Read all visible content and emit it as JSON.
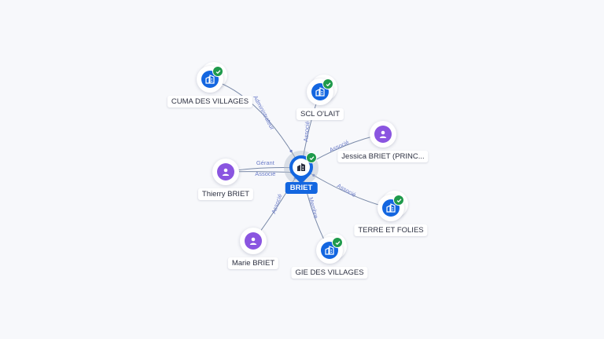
{
  "colors": {
    "company": "#1366e0",
    "person": "#8a55e0",
    "verified": "#1f9a4b",
    "edge": "#7a8aa8",
    "edge_label": "#6b7cc9"
  },
  "center": {
    "label": "BRIET",
    "icon": "building-icon",
    "verified": true
  },
  "nodes": [
    {
      "id": "cuma",
      "label": "CUMA DES VILLAGES",
      "kind": "company",
      "icon": "building-icon",
      "verified": true
    },
    {
      "id": "scl",
      "label": "SCL O'LAIT",
      "kind": "company",
      "icon": "building-icon",
      "verified": true
    },
    {
      "id": "jessica",
      "label": "Jessica BRIET (PRINC...",
      "kind": "person",
      "icon": "person-icon",
      "verified": false
    },
    {
      "id": "thierry",
      "label": "Thierry BRIET",
      "kind": "person",
      "icon": "person-icon",
      "verified": false
    },
    {
      "id": "terre",
      "label": "TERRE ET FOLIES",
      "kind": "company",
      "icon": "building-icon",
      "verified": true
    },
    {
      "id": "marie",
      "label": "Marie BRIET",
      "kind": "person",
      "icon": "person-icon",
      "verified": false
    },
    {
      "id": "gie",
      "label": "GIE DES VILLAGES",
      "kind": "company",
      "icon": "building-icon",
      "verified": true
    }
  ],
  "edges": [
    {
      "to": "cuma",
      "label": "Administrateur"
    },
    {
      "to": "scl",
      "label": "Associé"
    },
    {
      "to": "jessica",
      "label": "Associé"
    },
    {
      "to": "thierry",
      "label": "Gérant"
    },
    {
      "to": "thierry",
      "label": "Associé"
    },
    {
      "to": "terre",
      "label": "Associé"
    },
    {
      "to": "marie",
      "label": "Associé"
    },
    {
      "to": "gie",
      "label": "Membre"
    }
  ]
}
